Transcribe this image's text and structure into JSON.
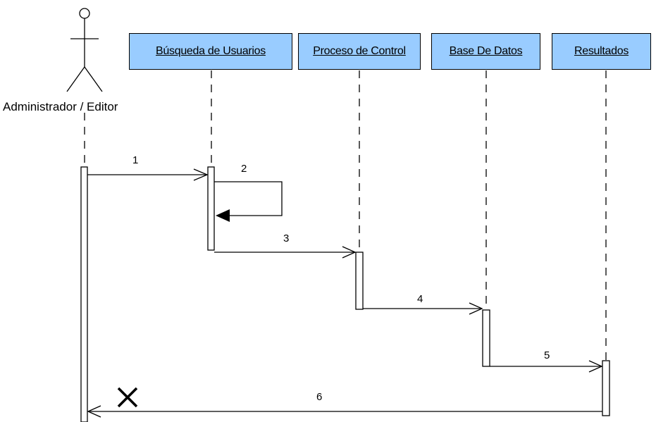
{
  "actor": {
    "name": "Administrador / Editor"
  },
  "lifelines": [
    {
      "label": "Búsqueda de Usuarios"
    },
    {
      "label": "Proceso de Control"
    },
    {
      "label": "Base De Datos"
    },
    {
      "label": "Resultados"
    }
  ],
  "messages": [
    {
      "number": "1"
    },
    {
      "number": "2"
    },
    {
      "number": "3"
    },
    {
      "number": "4"
    },
    {
      "number": "5"
    },
    {
      "number": "6"
    }
  ],
  "colors": {
    "lifeline_fill": "#99ccff",
    "line": "#000000"
  }
}
